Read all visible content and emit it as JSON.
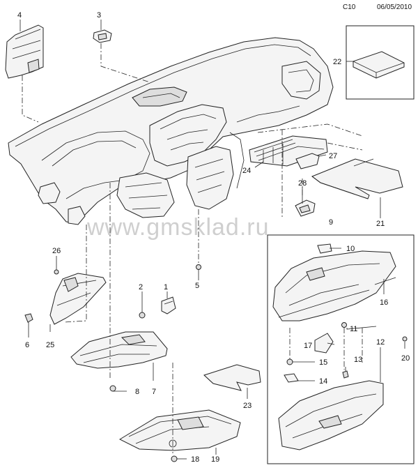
{
  "header": {
    "code": "C10",
    "date": "06/05/2010"
  },
  "watermark": "www.gmsklad.ru",
  "callouts": [
    "1",
    "2",
    "3",
    "4",
    "5",
    "6",
    "7",
    "8",
    "9",
    "10",
    "11",
    "12",
    "13",
    "14",
    "15",
    "16",
    "17",
    "18",
    "19",
    "20",
    "21",
    "22",
    "23",
    "24",
    "25",
    "26",
    "27",
    "28"
  ]
}
